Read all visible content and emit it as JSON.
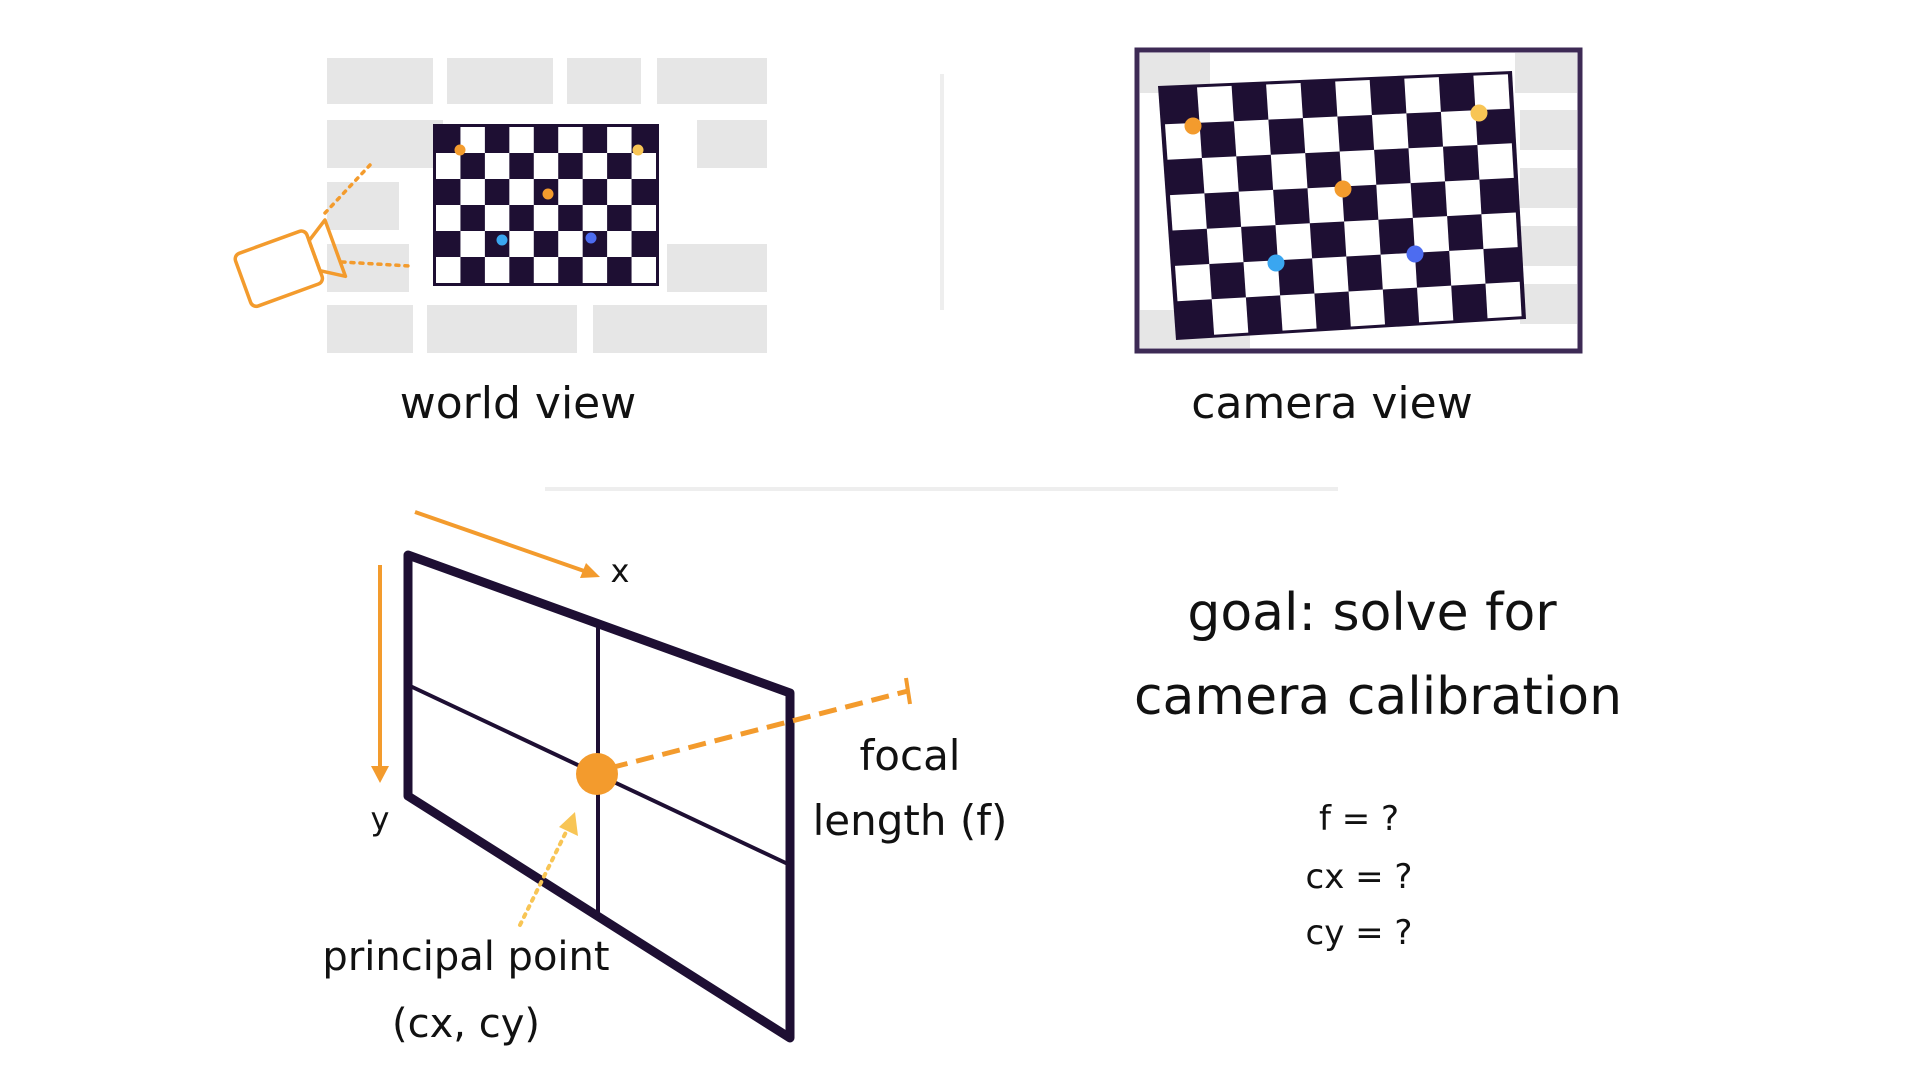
{
  "labels": {
    "world_view": "world view",
    "camera_view": "camera view",
    "axis_x": "x",
    "axis_y": "y",
    "focal_1": "focal",
    "focal_2": "length (f)",
    "principal_1": "principal point",
    "principal_2": "(cx, cy)",
    "goal_1": "goal: solve for",
    "goal_2": "camera calibration",
    "eq_f": "f = ?",
    "eq_cx": "cx = ?",
    "eq_cy": "cy = ?"
  },
  "colors": {
    "board_dark": "#1e0f33",
    "orange": "#f39b2d",
    "yellow": "#f8c555",
    "light_blue": "#3aa6f0",
    "blue": "#4d6cf0",
    "brick": "#e6e6e6",
    "divider": "#eeeeee",
    "frame": "#3d2a55"
  },
  "icons": {
    "camera": "camera-icon"
  }
}
